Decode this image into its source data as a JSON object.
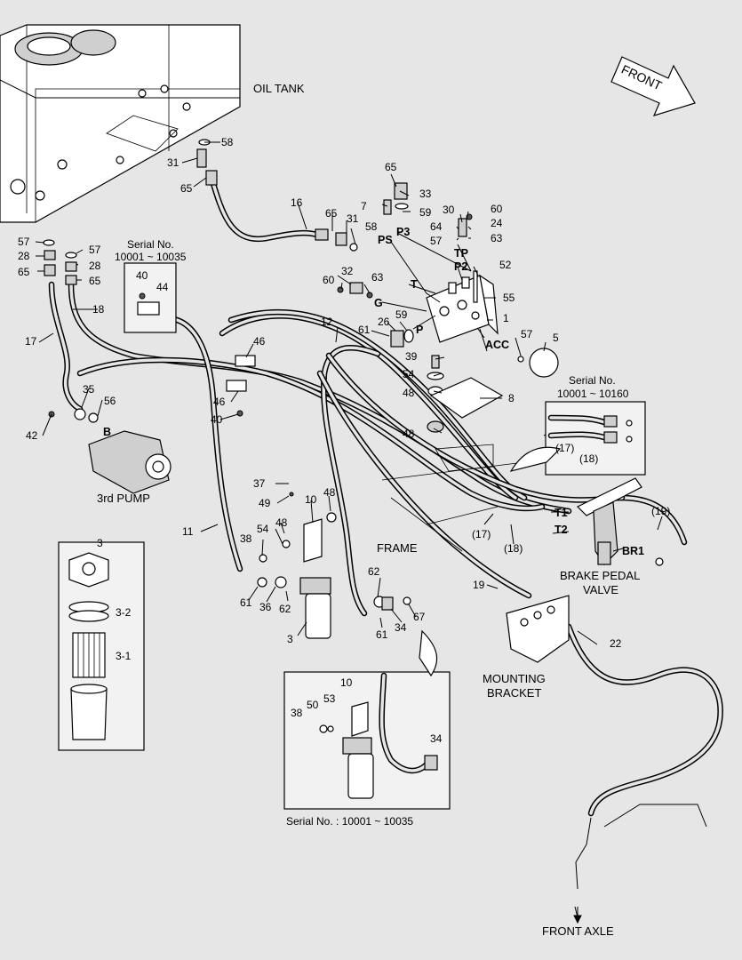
{
  "labels": {
    "oil_tank": "OIL TANK",
    "front": "FRONT",
    "third_pump": "3rd PUMP",
    "frame": "FRAME",
    "brake_pedal_valve_1": "BRAKE PEDAL",
    "brake_pedal_valve_2": "VALVE",
    "mounting_bracket_1": "MOUNTING",
    "mounting_bracket_2": "BRACKET",
    "front_axle": "FRONT AXLE",
    "serial_a_1": "Serial No.",
    "serial_a_2": "10001 ~ 10035",
    "serial_b_1": "Serial No.",
    "serial_b_2": "10001 ~ 10160",
    "serial_c": "Serial No. : 10001 ~ 10035"
  },
  "ports": {
    "ps": "PS",
    "p3": "P3",
    "tp": "TP",
    "p2": "P2",
    "t": "T",
    "g": "G",
    "p": "P",
    "acc": "ACC",
    "b": "B",
    "t1": "T1",
    "t2": "T2",
    "br1": "BR1"
  },
  "callouts": {
    "c58a": "58",
    "c31a": "31",
    "c65a": "65",
    "c16": "16",
    "c65b": "65",
    "c31b": "31",
    "c58b": "58",
    "c65c": "65",
    "c7": "7",
    "c33": "33",
    "c59a": "59",
    "c30": "30",
    "c60a": "60",
    "c64": "64",
    "c24": "24",
    "c57a": "57",
    "c63a": "63",
    "c52": "52",
    "c55": "55",
    "c1": "1",
    "c32": "32",
    "c60b": "60",
    "c63b": "63",
    "c12": "12",
    "c26": "26",
    "c59b": "59",
    "c61a": "61",
    "c57b": "57",
    "c5": "5",
    "c39": "39",
    "c54a": "54",
    "c48a": "48",
    "c8": "8",
    "c48b": "48",
    "c57c": "57",
    "c28a": "28",
    "c65d": "65",
    "c57d": "57",
    "c28b": "28",
    "c65e": "65",
    "c40a": "40",
    "c44": "44",
    "c18": "18",
    "c17": "17",
    "c46a": "46",
    "c46b": "46",
    "c40b": "40",
    "c35": "35",
    "c56": "56",
    "c42": "42",
    "c17p": "(17)",
    "c18p": "(18)",
    "c37": "37",
    "c49": "49",
    "c10a": "10",
    "c48c": "48",
    "c54b": "54",
    "c48d": "48",
    "c38a": "38",
    "c11": "11",
    "c19p": "(19)",
    "c17q": "(17)",
    "c18q": "(18)",
    "c3": "3",
    "c32b": "3-2",
    "c31c": "3-1",
    "c62a": "62",
    "c61b": "61",
    "c36": "36",
    "c62b": "62",
    "c67": "67",
    "c61c": "61",
    "c34a": "34",
    "c3b": "3",
    "c19": "19",
    "c22": "22",
    "c10b": "10",
    "c53": "53",
    "c50": "50",
    "c38b": "38",
    "c34b": "34"
  }
}
